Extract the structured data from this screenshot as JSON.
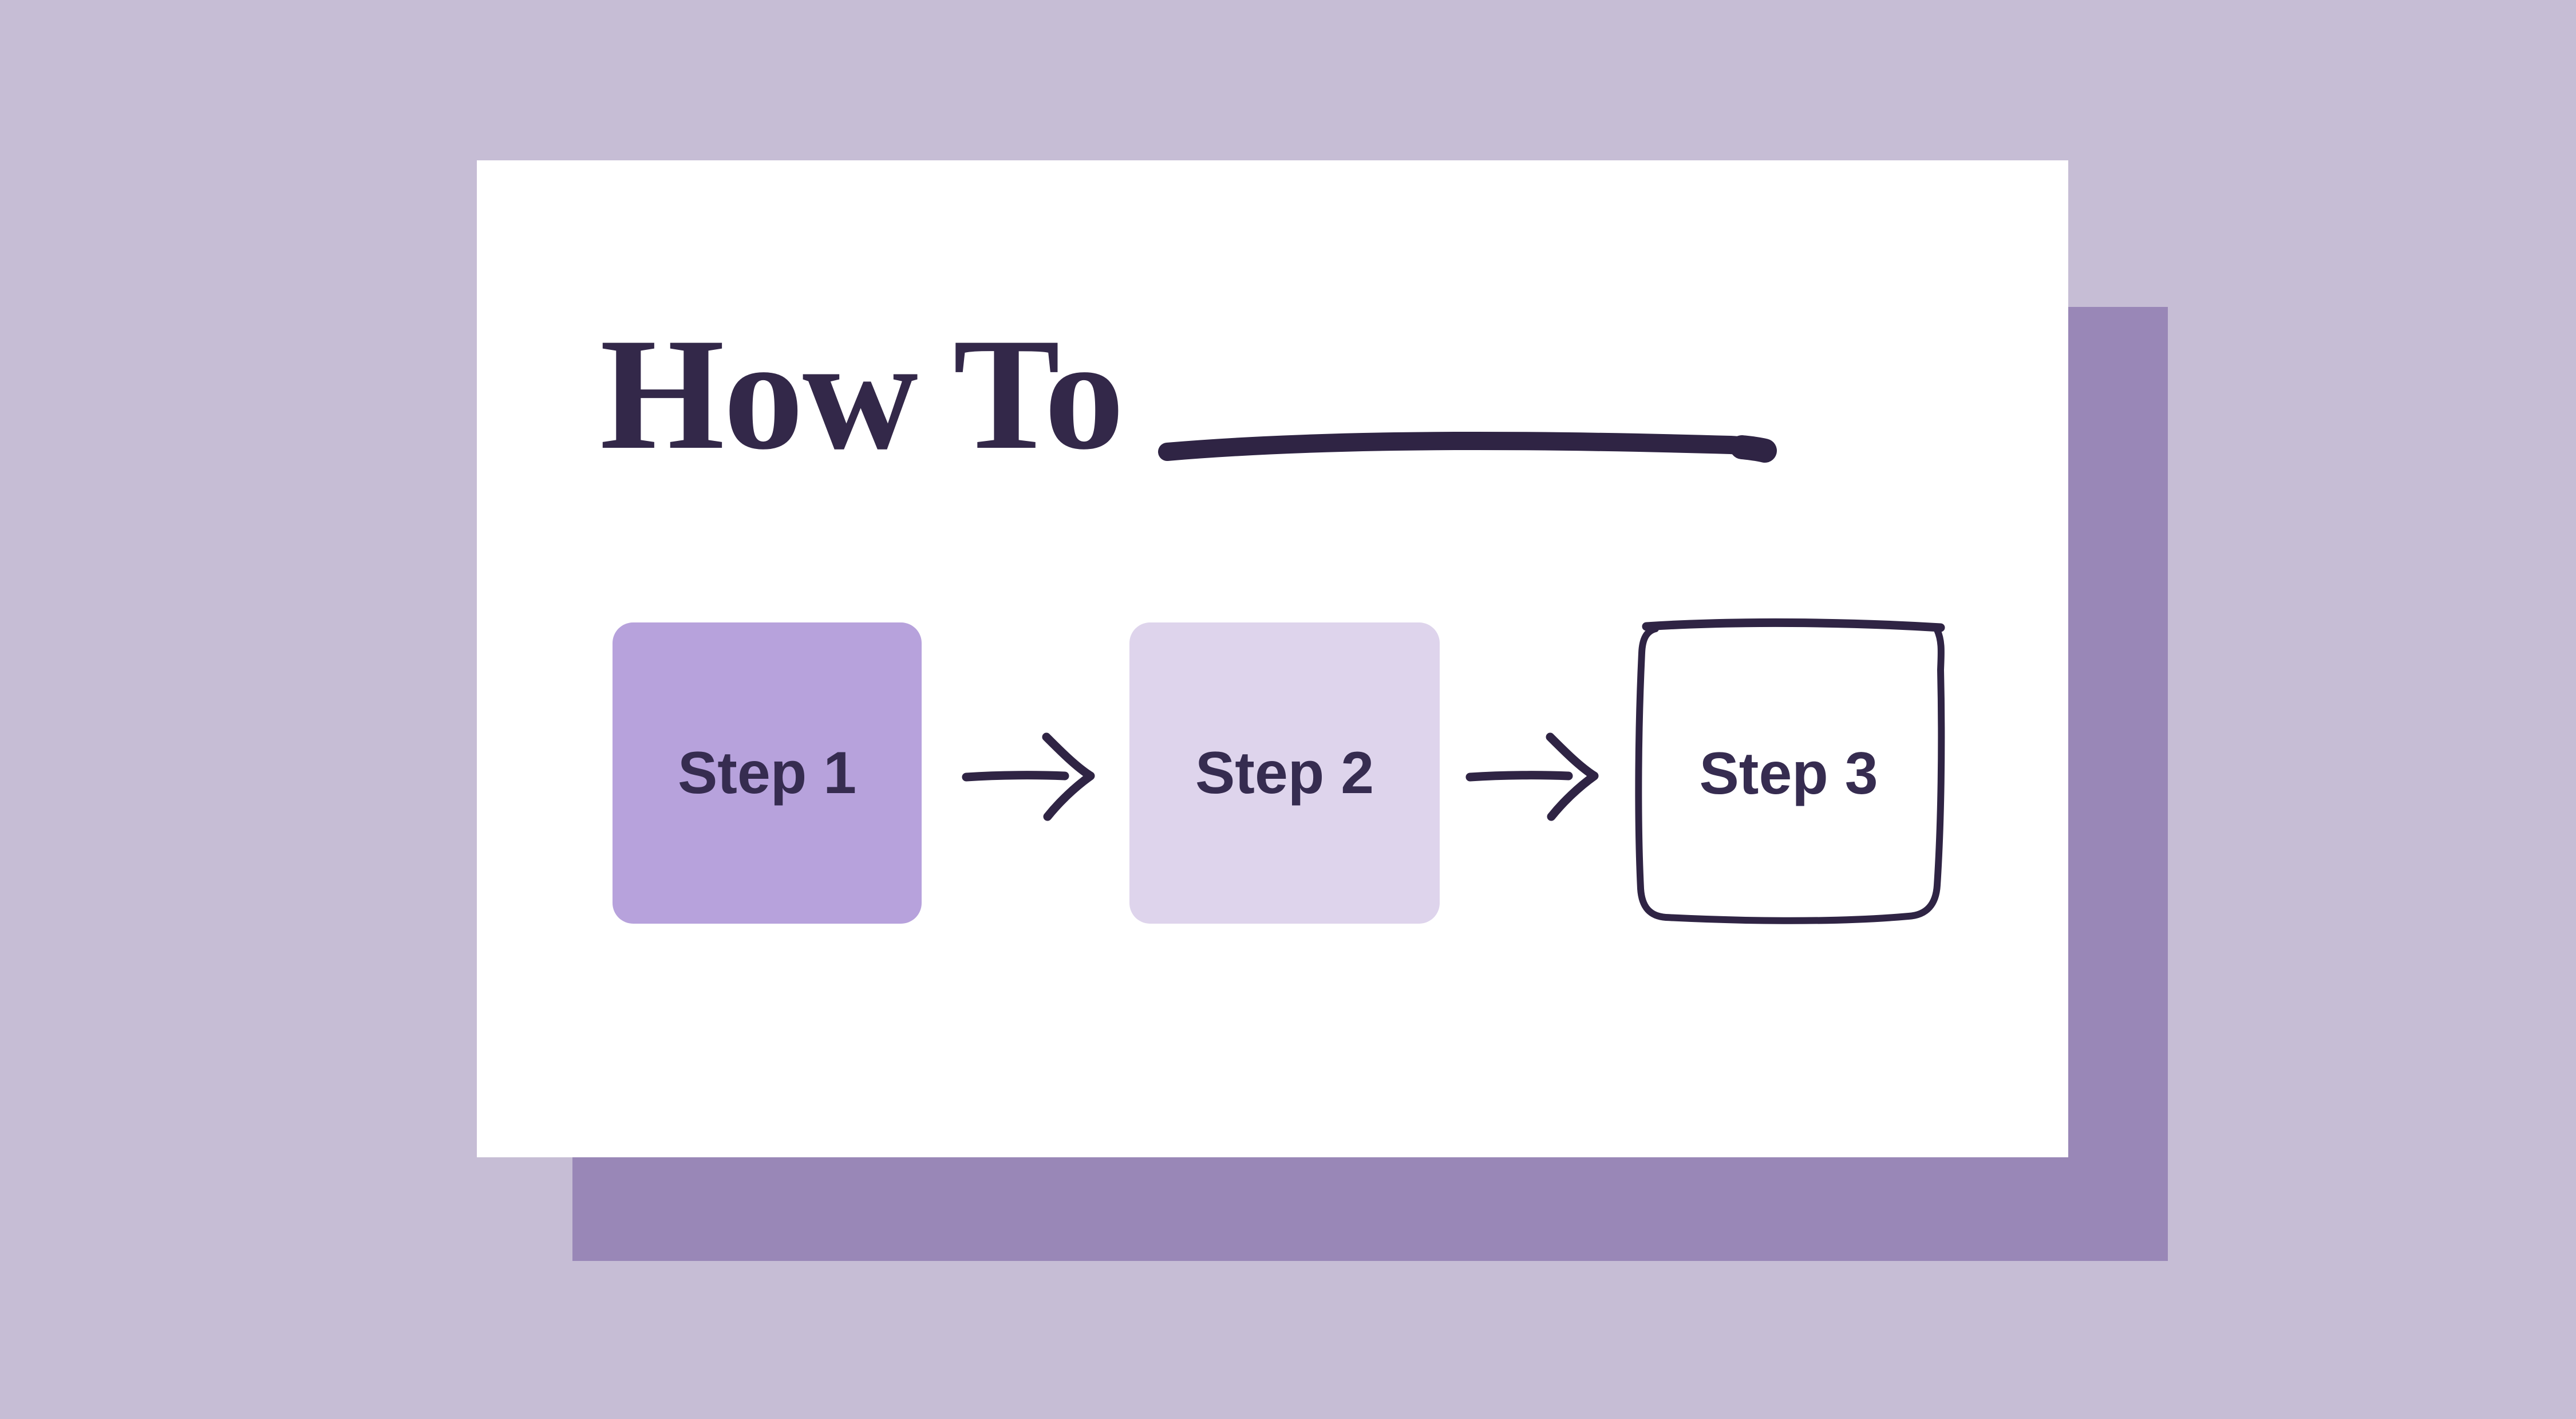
{
  "canvas": {
    "bg": "#c6bdd5"
  },
  "shadow_rect": {
    "color": "#9987b7"
  },
  "card": {
    "bg": "#ffffff"
  },
  "title": {
    "text": "How To",
    "color": "#332849"
  },
  "underline": {
    "color": "#2f2444"
  },
  "ink": "#2f2444",
  "steps": [
    {
      "label": "Step 1",
      "fill": "#b7a2dc",
      "text_color": "#362c50",
      "variant": "filled"
    },
    {
      "label": "Step 2",
      "fill": "#ded4ec",
      "text_color": "#362c50",
      "variant": "filled"
    },
    {
      "label": "Step 3",
      "fill": "#ffffff",
      "text_color": "#362c50",
      "variant": "outlined",
      "outline_color": "#2f2444"
    }
  ],
  "arrows": [
    {
      "name": "arrow-1"
    },
    {
      "name": "arrow-2"
    }
  ]
}
